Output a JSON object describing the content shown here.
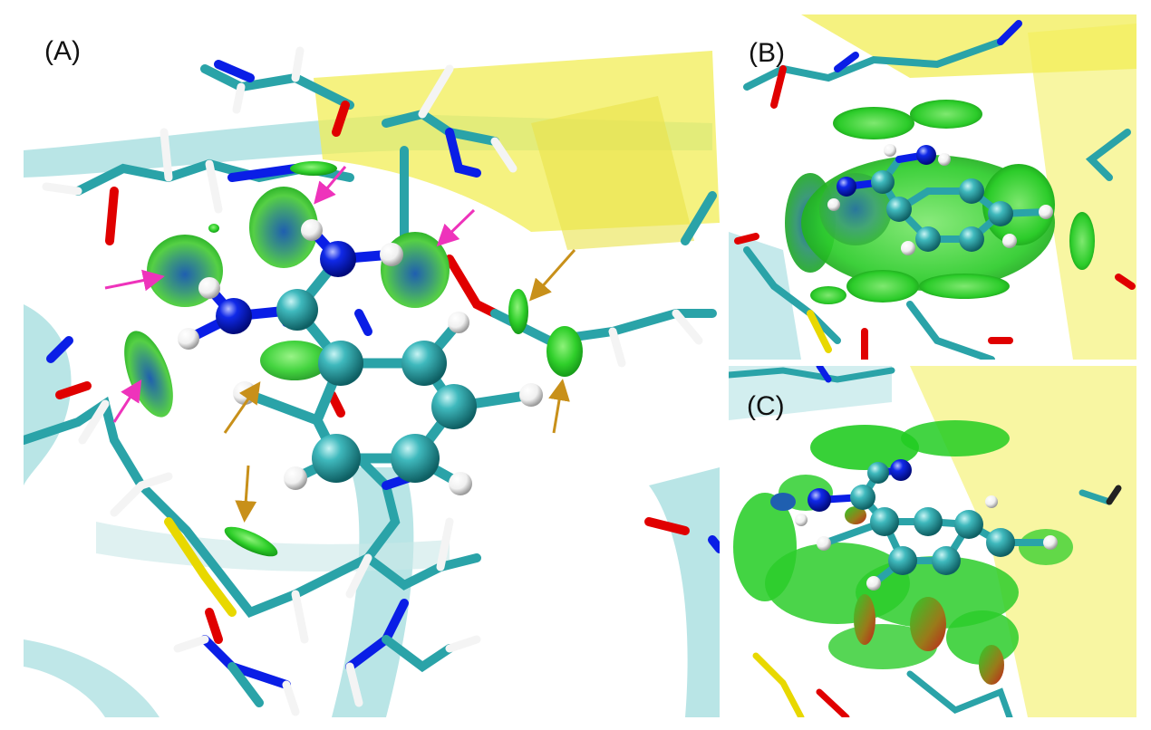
{
  "panels": [
    {
      "label": "(A)"
    },
    {
      "label": "(B)"
    },
    {
      "label": "(C)"
    }
  ],
  "colors": {
    "carbon": "#2aa3a8",
    "nitrogen": "#0a1ee6",
    "oxygen": "#e00000",
    "sulfur": "#e8d800",
    "hydrogen": "#ffffff",
    "surface_green": "#22cc22",
    "helix_ribbon": "#7fcfd2",
    "sheet_ribbon": "#f2ee55",
    "arrow_magenta": "#ee33bb",
    "arrow_gold": "#c8901a"
  }
}
